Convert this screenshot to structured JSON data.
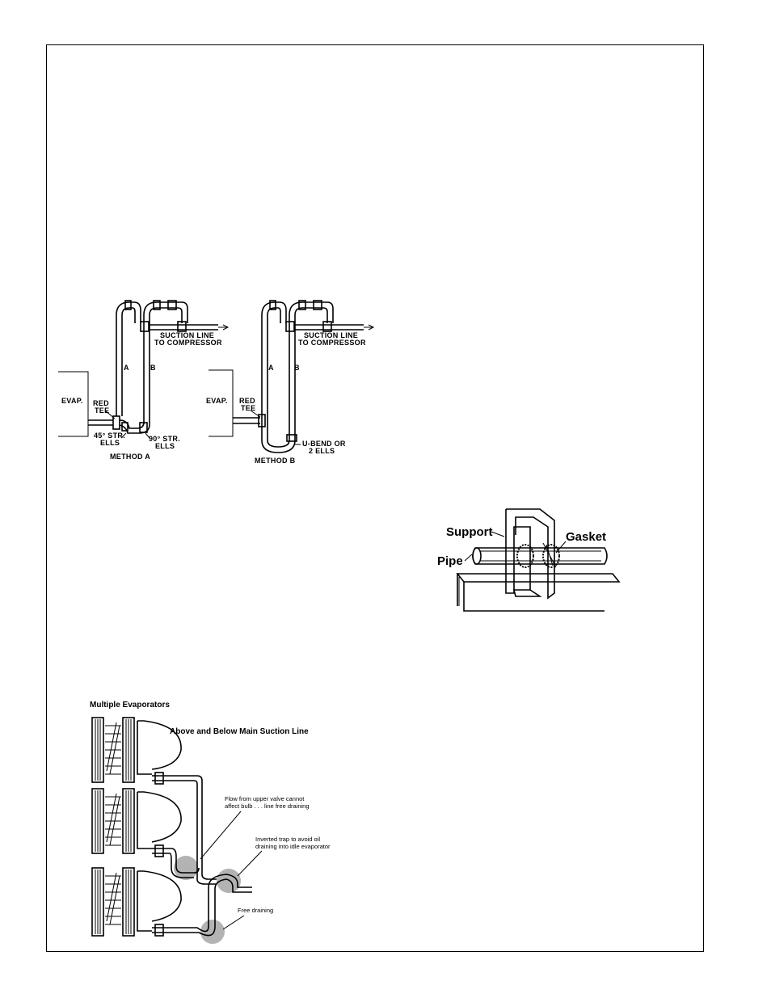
{
  "suction_diagram": {
    "method_a": {
      "evap": "EVAP.",
      "red_tee_1": "RED",
      "red_tee_2": "TEE",
      "suction_1": "SUCTION LINE",
      "suction_2": "TO COMPRESSOR",
      "riser_a": "A",
      "riser_b": "B",
      "ells45_1": "45° STR.",
      "ells45_2": "ELLS",
      "ells90_1": "90° STR.",
      "ells90_2": "ELLS",
      "caption": "METHOD A"
    },
    "method_b": {
      "evap": "EVAP.",
      "red_tee_1": "RED",
      "red_tee_2": "TEE",
      "suction_1": "SUCTION LINE",
      "suction_2": "TO COMPRESSOR",
      "riser_a": "A",
      "riser_b": "B",
      "ubend_1": "U-BEND OR",
      "ubend_2": "2 ELLS",
      "caption": "METHOD B"
    }
  },
  "support_diagram": {
    "support": "Support",
    "gasket": "Gasket",
    "pipe": "Pipe"
  },
  "evaporators_diagram": {
    "title": "Multiple Evaporators",
    "subtitle": "Above and Below Main Suction Line",
    "note_flow_1": "Flow from upper valve cannot",
    "note_flow_2": "affect bulb . . . line free draining",
    "note_trap_1": "Inverted trap to avoid oil",
    "note_trap_2": "draining into idle evaporator",
    "note_free": "Free draining",
    "highlight_color": "#b3b3b3"
  }
}
